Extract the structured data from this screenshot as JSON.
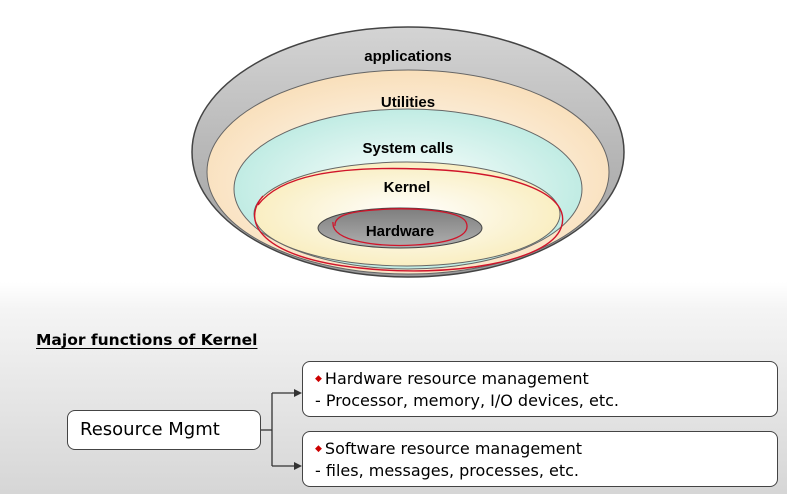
{
  "diagram": {
    "layers": [
      {
        "label": "applications",
        "fill": "#bdbdbd"
      },
      {
        "label": "Utilities",
        "fill": "#fbe6c8"
      },
      {
        "label": "System calls",
        "fill": "#d0f0ea"
      },
      {
        "label": "Kernel",
        "fill": "#fbf3cf"
      },
      {
        "label": "Hardware",
        "fill": "#9b9b9b"
      }
    ],
    "annotation_color": "#d0142a"
  },
  "kernel_functions": {
    "heading": "Major functions of Kernel",
    "root": {
      "label": "Resource Mgmt"
    },
    "branches": [
      {
        "title": "Hardware resource management",
        "detail": "- Processor, memory, I/O devices, etc."
      },
      {
        "title": "Software resource management",
        "detail": "- files, messages, processes, etc."
      }
    ],
    "bullet_symbol": "◆",
    "bullet_color": "#cc0000"
  }
}
